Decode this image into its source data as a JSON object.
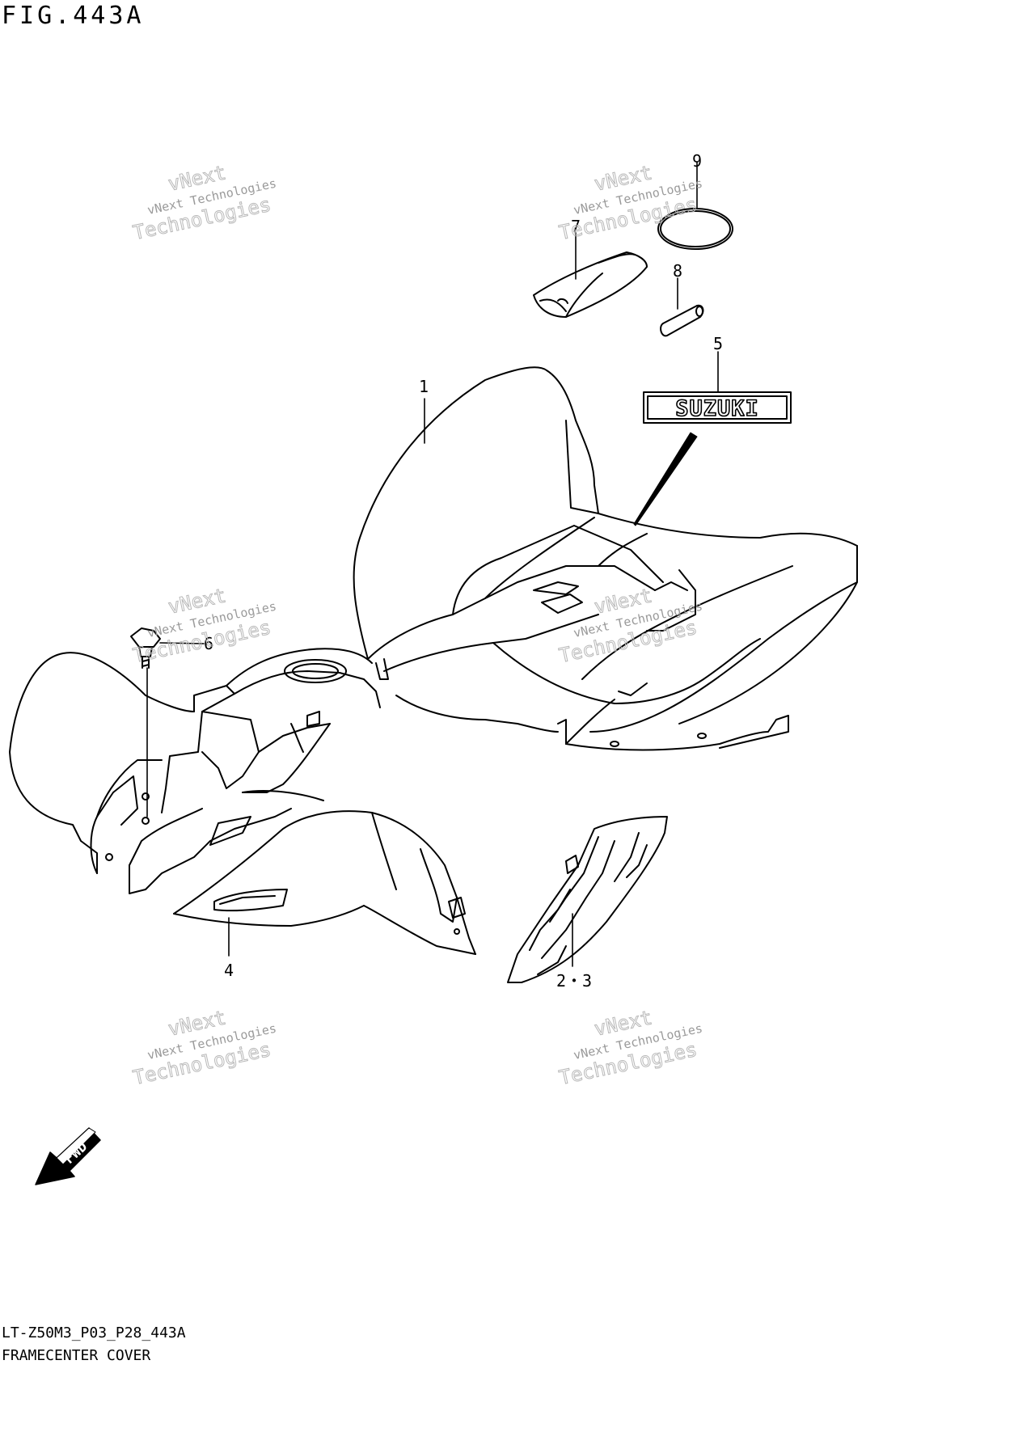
{
  "figure": {
    "title": "FIG.443A",
    "code": "LT-Z50M3_P03_P28_443A",
    "name": "FRAMECENTER COVER"
  },
  "callouts": [
    "1",
    "2・3",
    "4",
    "5",
    "6",
    "7",
    "8",
    "9"
  ],
  "emblem_text": "SUZUKI",
  "direction_arrow_text": "FWD",
  "watermark": {
    "line1": "vNext Technologies",
    "line2": "vNext",
    "line3": "Technologies"
  },
  "colors": {
    "ink": "#000000",
    "watermark": "#9a9a9a",
    "background": "#ffffff"
  }
}
